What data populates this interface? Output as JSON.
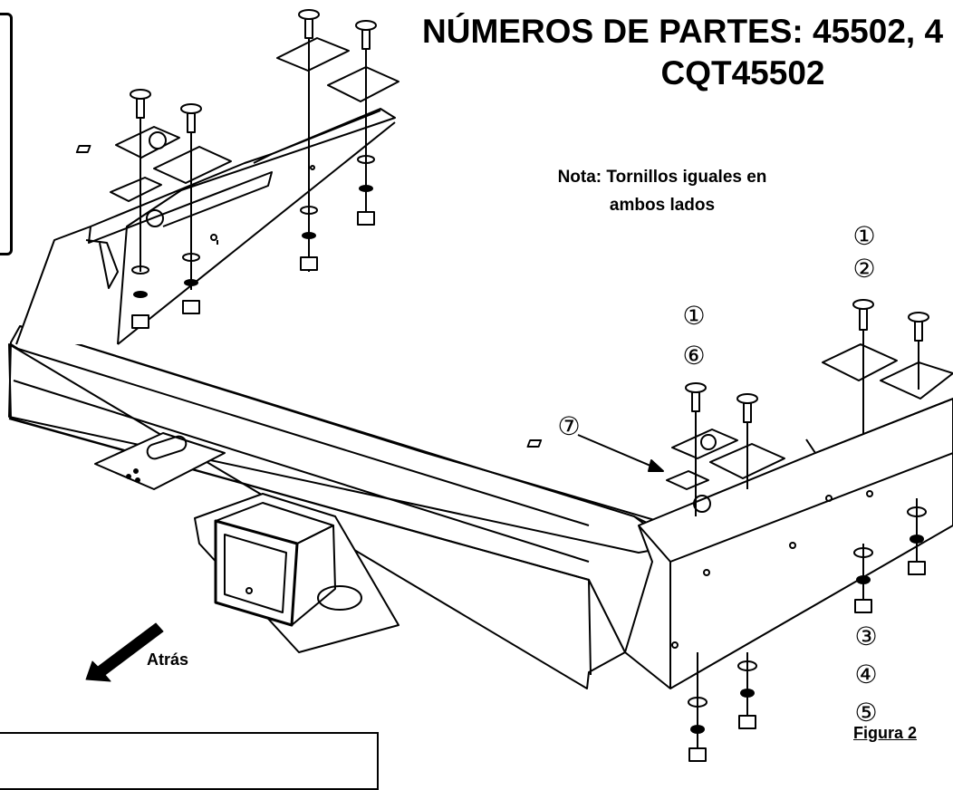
{
  "header": {
    "title_line1": "NÚMEROS DE PARTES:  45502, 4",
    "title_line2": "CQT45502"
  },
  "note": {
    "line1": "Nota: Tornillos iguales en",
    "line2": "ambos lados"
  },
  "callouts": {
    "c1_top": "①",
    "c2": "②",
    "c1_mid": "①",
    "c6": "⑥",
    "c7": "⑦",
    "c3": "③",
    "c4": "④",
    "c5": "⑤"
  },
  "direction_label": "Atrás",
  "figure_label": "Figura 2"
}
